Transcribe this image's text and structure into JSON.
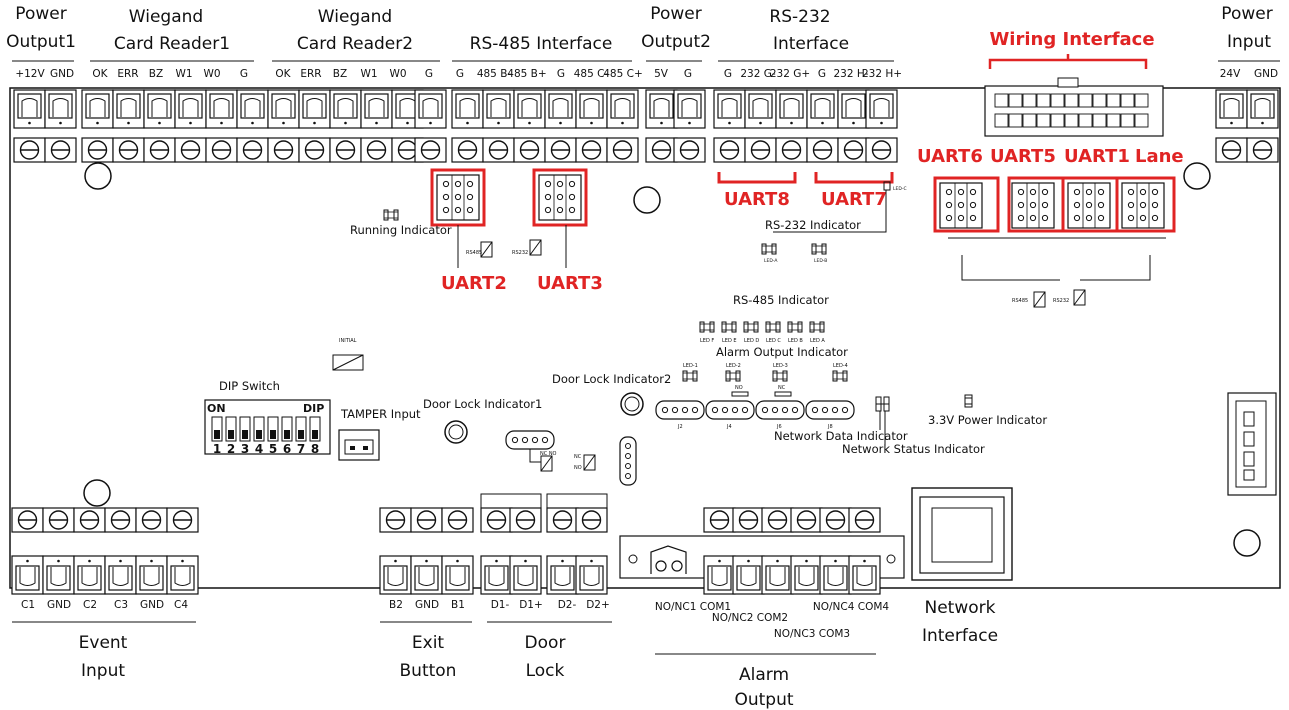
{
  "headers": {
    "power_output1_l1": "Power",
    "power_output1_l2": "Output1",
    "wiegand1_l1": "Wiegand",
    "wiegand1_l2": "Card Reader1",
    "wiegand2_l1": "Wiegand",
    "wiegand2_l2": "Card Reader2",
    "rs485": "RS-485 Interface",
    "power_output2_l1": "Power",
    "power_output2_l2": "Output2",
    "rs232_l1": "RS-232",
    "rs232_l2": "Interface",
    "wiring": "Wiring Interface",
    "power_input_l1": "Power",
    "power_input_l2": "Input"
  },
  "top_pins": {
    "p12v": "+12V",
    "gnd1": "GND",
    "ok1": "OK",
    "err1": "ERR",
    "bz1": "BZ",
    "w1a": "W1",
    "w0a": "W0",
    "g1": "G",
    "ok2": "OK",
    "err2": "ERR",
    "bz2": "BZ",
    "w1b": "W1",
    "w0b": "W0",
    "g2": "G",
    "g3": "G",
    "b485m": "485 B-",
    "b485p": "485 B+",
    "g4": "G",
    "c485m": "485 C-",
    "c485p": "485 C+",
    "v5": "5V",
    "g5": "G",
    "g6": "G",
    "g232m": "232 G-",
    "g232p": "232 G+",
    "g7": "G",
    "h232m": "232 H-",
    "h232p": "232 H+",
    "v24": "24V",
    "gnd2": "GND"
  },
  "uart": {
    "uart2": "UART2",
    "uart3": "UART3",
    "uart8": "UART8",
    "uart7": "UART7",
    "uart6": "UART6",
    "uart5": "UART5",
    "uart1": "UART1",
    "lane": "Lane"
  },
  "indicators": {
    "running": "Running Indicator",
    "rs232": "RS-232 Indicator",
    "rs485": "RS-485 Indicator",
    "alarm_output": "Alarm Output Indicator",
    "door_lock2": "Door Lock Indicator2",
    "door_lock1": "Door Lock Indicator1",
    "network_data": "Network Data Indicator",
    "network_status": "Network Status Indicator",
    "power_33v": "3.3V Power Indicator",
    "dip_switch": "DIP Switch",
    "tamper": "TAMPER Input",
    "initial": "INITIAL",
    "dip_on": "ON",
    "dip_dip": "DIP"
  },
  "small_labels": {
    "rs485": "RS485",
    "rs232": "RS232",
    "led_a_top": "LED-A",
    "led_b_top": "LED-B",
    "led_c_top": "LED-C",
    "rs485_r": "RS485",
    "rs232_r": "RS232",
    "led_f": "LED F",
    "led_e": "LED E",
    "led_d": "LED D",
    "led_c": "LED C",
    "led_b": "LED B",
    "led_a": "LED A",
    "led1": "LED-1",
    "led2": "LED-2",
    "led3": "LED-3",
    "led4": "LED-4",
    "no": "NO",
    "nc": "NC",
    "j2": "J2",
    "j4": "J4",
    "j6": "J6",
    "j8": "J8",
    "nc_no": "NC NO",
    "nc_r": "NC",
    "no_r": "NO"
  },
  "dip_numbers": [
    "1",
    "2",
    "3",
    "4",
    "5",
    "6",
    "7",
    "8"
  ],
  "bottom_pins": {
    "c1": "C1",
    "gnd_a": "GND",
    "c2": "C2",
    "c3": "C3",
    "gnd_b": "GND",
    "c4": "C4",
    "b2": "B2",
    "gnd_c": "GND",
    "b1": "B1",
    "d1m": "D1-",
    "d1p": "D1+",
    "d2m": "D2-",
    "d2p": "D2+",
    "nonc1": "NO/NC1 COM1",
    "nonc2": "NO/NC2 COM2",
    "nonc3": "NO/NC3 COM3",
    "nonc4": "NO/NC4 COM4"
  },
  "footers": {
    "event_l1": "Event",
    "event_l2": "Input",
    "exit_l1": "Exit",
    "exit_l2": "Button",
    "door_l1": "Door",
    "door_l2": "Lock",
    "alarm_l1": "Alarm",
    "alarm_l2": "Output",
    "network_l1": "Network",
    "network_l2": "Interface"
  },
  "colors": {
    "highlight": "#e02424",
    "line": "#111111"
  }
}
